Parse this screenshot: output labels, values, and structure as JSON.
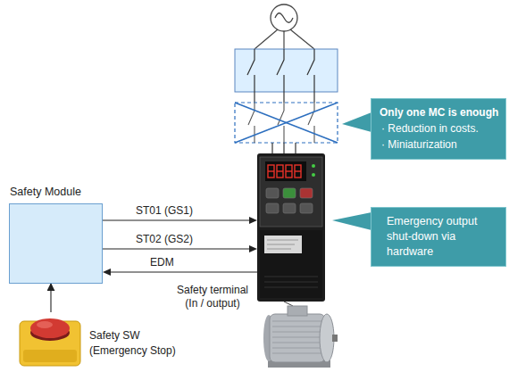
{
  "diagram": {
    "nodes": [
      {
        "text": [
          "Only one MC is enough",
          "· Reduction in costs.",
          "· Miniaturization"
        ]
      },
      {
        "text": [
          "Safety Module"
        ]
      },
      {
        "text": [
          "Emergency output shut-down via hardware"
        ]
      },
      {
        "text": [
          "Safety SW (Emergency Stop)"
        ]
      }
    ],
    "edges": [
      {
        "from": 3,
        "to": 1,
        "arrow": "to"
      }
    ],
    "labels": [
      "ST01 (GS1)",
      "ST02 (GS2)",
      "EDM",
      "Safety terminal (In / output)"
    ]
  }
}
